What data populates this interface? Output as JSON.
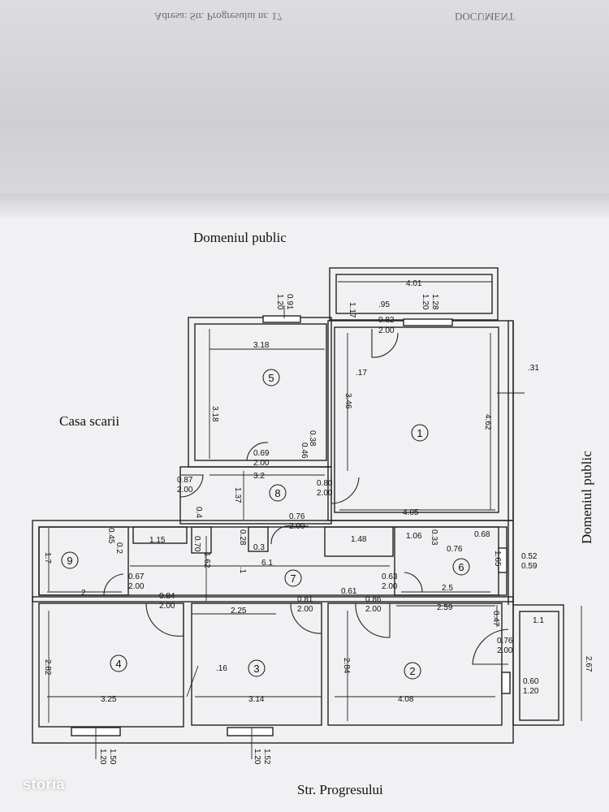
{
  "header_mirrored_left": "Adresa: Str. Progresului nr. 17",
  "header_mirrored_right": "DOCUMENT",
  "labels": {
    "domeniul_public_top": "Domeniul public",
    "domeniul_public_right": "Domeniul public",
    "casa_scarii": "Casa scarii",
    "street": "Str. Progresului"
  },
  "rooms": [
    "1",
    "2",
    "3",
    "4",
    "5",
    "6",
    "7",
    "8",
    "9"
  ],
  "dims": {
    "d401": "4.01",
    "d117": "1.17",
    "d128": "1.28",
    "d120a": "1.20",
    "d091": "0.91",
    "d120b": "1.20",
    "d95": ".95",
    "d082": "0.82",
    "d200a": "2.00",
    "d318h": "3.18",
    "d318v": "3.18",
    "d17": ".17",
    "d346": "3.46",
    "d462": "4.62",
    "d31": ".31",
    "d046": "0.46",
    "d038": "0.38",
    "d069": "0.69",
    "d200b": "2.00",
    "d32": "3.2",
    "d087": "0.87",
    "d200c": "2.00",
    "d137": "1.37",
    "d080": "0.80",
    "d200d": "2.00",
    "d04": "0.4",
    "d076a": "0.76",
    "d200e": "2.00",
    "d405": "4.05",
    "d045": "0.45",
    "d02": "0.2",
    "d115": "1.15",
    "d070": "0.70",
    "d028": "0.28",
    "d03": "0.3",
    "d148": "1.48",
    "d106": "1.06",
    "d033": "0.33",
    "d068": "0.68",
    "d076b": "0.76",
    "d052": "0.52",
    "d059": "0.59",
    "d17b": "1.7",
    "d162": "1.62",
    "d61": "6.1",
    "d1": ".1",
    "d165": "1.65",
    "d067": "0.67",
    "d200f": "2.00",
    "d063": "0.63",
    "d200g": "2.00",
    "d25": "2.5",
    "d2": "2",
    "d084": "0.84",
    "d200h": "2.00",
    "d225": "2.25",
    "d081": "0.81",
    "d200i": "2.00",
    "d061": "0.61",
    "d086": "0.86",
    "d200j": "2.00",
    "d259": "2.59",
    "d047": "0.47",
    "d11": "1.1",
    "d076c": "0.76",
    "d200k": "2.00",
    "d267": "2.67",
    "d282": "2.82",
    "d16": ".16",
    "d284": "2.84",
    "d060": "0.60",
    "d120c": "1.20",
    "d325": "3.25",
    "d314": "3.14",
    "d408": "4.08",
    "d150": "1.50",
    "d120d": "1.20",
    "d152": "1.52",
    "d120e": "1.20"
  },
  "watermark": "storia"
}
